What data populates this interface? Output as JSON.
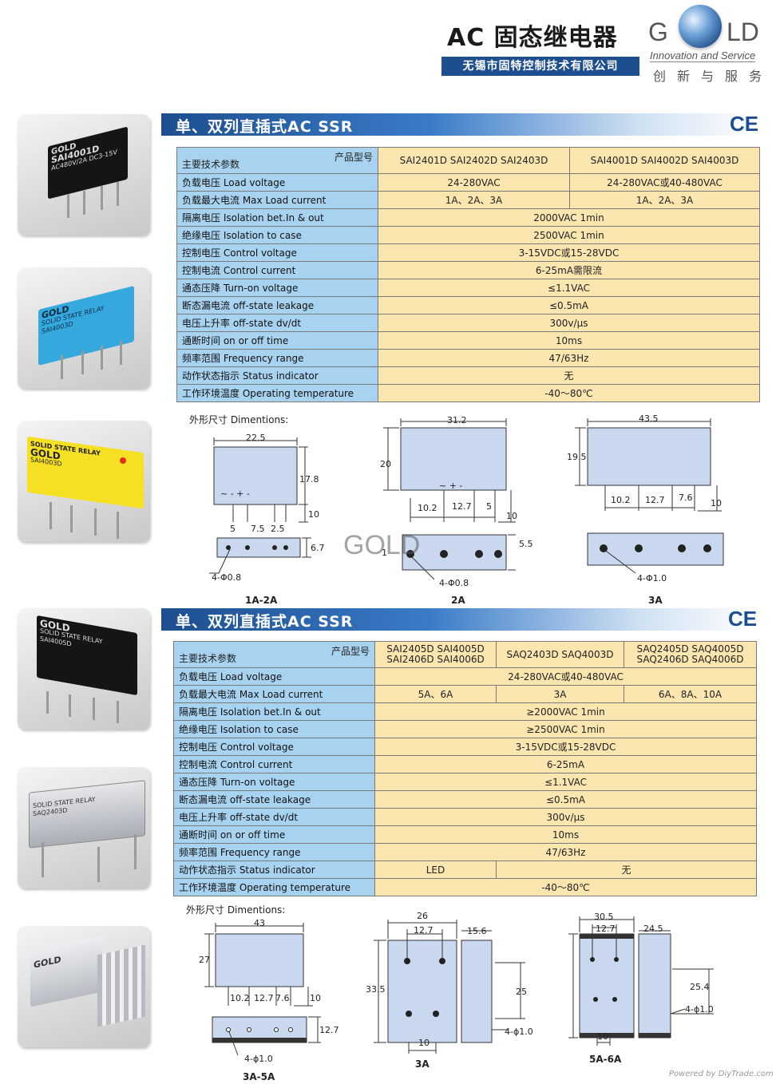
{
  "header": {
    "title": "AC 固态继电器",
    "company": "无锡市固特控制技术有限公司",
    "logo_g": "G",
    "logo_ld": "LD",
    "tagline": "Innovation and Service",
    "slogan": "创新与服务"
  },
  "photos": {
    "p1": {
      "brand": "GOLD",
      "model": "SAI4001D",
      "line": "AC480V/2A DC3-15V"
    },
    "p2": {
      "brand": "GOLD",
      "model": "SAI4003D",
      "line": "SOLID STATE RELAY"
    },
    "p3": {
      "top": "SOLID STATE RELAY",
      "brand": "GOLD",
      "model": "SAI4003D"
    },
    "p4": {
      "brand": "GOLD",
      "model": "SAI4005D",
      "line": "SOLID STATE RELAY"
    },
    "p5": {
      "model": "SAQ2403D",
      "line": "SOLID STATE RELAY"
    },
    "p6": {
      "brand": "GOLD"
    }
  },
  "section1": {
    "title": "单、双列直插式AC SSR",
    "ce": "CE",
    "header_model_label": "产品型号",
    "header_param_label": "主要技术参数",
    "col1": "SAI2401D  SAI2402D  SAI2403D",
    "col2": "SAI4001D  SAI4002D  SAI4003D",
    "rows": [
      {
        "label": "负载电压 Load voltage",
        "v1": "24-280VAC",
        "v2": "24-280VAC或40-480VAC"
      },
      {
        "label": "负载最大电流 Max Load current",
        "v1": "1A、2A、3A",
        "v2": "1A、2A、3A"
      },
      {
        "label": "隔离电压 Isolation bet.In & out",
        "v": "2000VAC 1min"
      },
      {
        "label": "绝缘电压 Isolation to case",
        "v": "2500VAC 1min"
      },
      {
        "label": "控制电压 Control voltage",
        "v": "3-15VDC或15-28VDC"
      },
      {
        "label": "控制电流 Control current",
        "v": "6-25mA需限流"
      },
      {
        "label": "通态压降 Turn-on voltage",
        "v": "≤1.1VAC"
      },
      {
        "label": "断态漏电流 off-state leakage",
        "v": "≤0.5mA"
      },
      {
        "label": "电压上升率 off-state dv/dt",
        "v": "300v/μs"
      },
      {
        "label": "通断时间 on or off time",
        "v": "10ms"
      },
      {
        "label": "频率范围 Frequency range",
        "v": "47/63Hz"
      },
      {
        "label": "动作状态指示 Status indicator",
        "v": "无"
      },
      {
        "label": "工作环境温度 Operating temperature",
        "v": "-40～80℃"
      }
    ],
    "dim_title": "外形尺寸 Dimentions:",
    "d1": {
      "w": "22.5",
      "h": "17.8",
      "pin": "10",
      "p1": "5",
      "p2": "7.5",
      "p3": "2.5",
      "thick": "6.7",
      "holes": "4-Φ0.8",
      "caption": "1A-2A",
      "signs": "~   -   +   -"
    },
    "d2": {
      "w": "31.2",
      "h": "20",
      "p1": "10.2",
      "p2": "12.7",
      "p3": "5",
      "pin": "10",
      "thick": "5.5",
      "thick2": "1",
      "holes": "4-Φ0.8",
      "caption": "2A",
      "watermark": "GOLD",
      "signs": "~  +  -"
    },
    "d3": {
      "w": "43.5",
      "h": "19.5",
      "p1": "10.2",
      "p2": "12.7",
      "p3": "7.6",
      "pin": "10",
      "holes": "4-Φ1.0",
      "caption": "3A"
    }
  },
  "section2": {
    "title": "单、双列直插式AC SSR",
    "ce": "CE",
    "header_model_label": "产品型号",
    "header_param_label": "主要技术参数",
    "col1": [
      "SAI2405D  SAI4005D",
      "SAI2406D  SAI4006D"
    ],
    "col2": "SAQ2403D  SAQ4003D",
    "col3": [
      "SAQ2405D  SAQ4005D",
      "SAQ2406D  SAQ4006D"
    ],
    "rows": [
      {
        "label": "负载电压 Load voltage",
        "v": "24-280VAC或40-480VAC"
      },
      {
        "label": "负载最大电流 Max Load current",
        "v1": "5A、6A",
        "v2": "3A",
        "v3": "6A、8A、10A"
      },
      {
        "label": "隔离电压 Isolation bet.In & out",
        "v": "≥2000VAC 1min"
      },
      {
        "label": "绝缘电压 Isolation to case",
        "v": "≥2500VAC 1min"
      },
      {
        "label": "控制电压 Control voltage",
        "v": "3-15VDC或15-28VDC"
      },
      {
        "label": "控制电流 Control current",
        "v": "6-25mA"
      },
      {
        "label": "通态压降 Turn-on voltage",
        "v": "≤1.1VAC"
      },
      {
        "label": "断态漏电流 off-state leakage",
        "v": "≤0.5mA"
      },
      {
        "label": "电压上升率 off-state dv/dt",
        "v": "300v/μs"
      },
      {
        "label": "通断时间 on or off time",
        "v": "10ms"
      },
      {
        "label": "频率范围 Frequency range",
        "v": "47/63Hz"
      },
      {
        "label": "动作状态指示 Status indicator",
        "va": "LED",
        "vb": "无"
      },
      {
        "label": "工作环境温度 Operating temperature",
        "v": "-40～80℃"
      }
    ],
    "dim_title": "外形尺寸 Dimentions:",
    "d1": {
      "w": "43",
      "h": "27",
      "p1": "10.2",
      "p2": "12.7",
      "p3": "7.6",
      "pin": "10",
      "thick": "12.7",
      "holes": "4-ϕ1.0",
      "caption": "3A-5A"
    },
    "d2": {
      "w": "26",
      "inner": "12.7",
      "h": "33.5",
      "side": "15.6",
      "side_h": "25",
      "pin": "10",
      "holes": "4-ϕ1.0",
      "caption": "3A"
    },
    "d3": {
      "w": "30.5",
      "inner": "12.7",
      "side": "24.5",
      "side_h": "25.4",
      "pin": "10",
      "holes": "4-ϕ1.0",
      "caption": "5A-6A"
    }
  },
  "footer": {
    "watermark": "Powered by DiyTrade.com"
  }
}
